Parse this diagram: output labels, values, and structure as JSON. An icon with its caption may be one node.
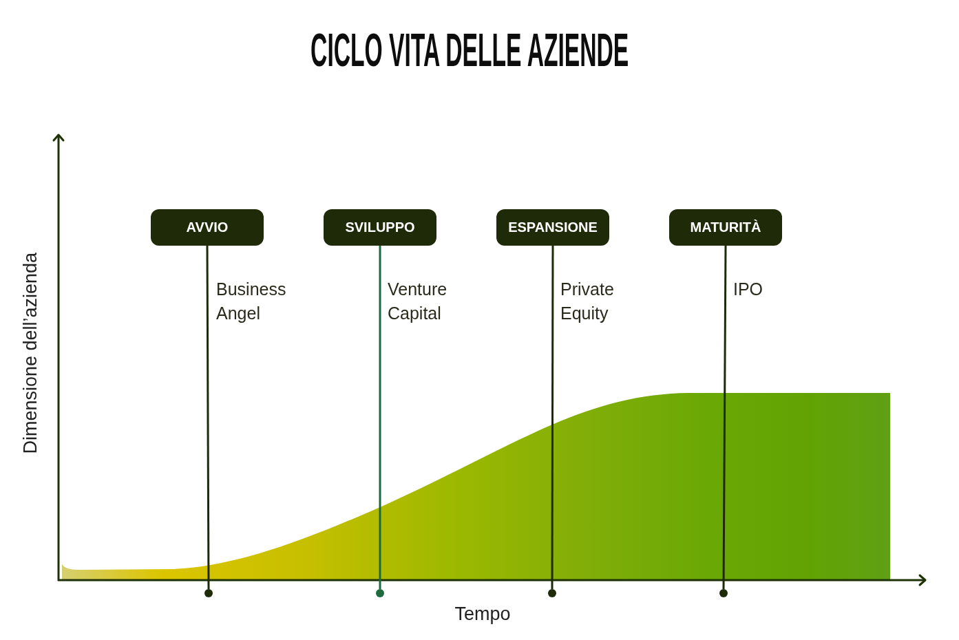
{
  "diagram": {
    "title": "CICLO VITA DELLE AZIENDE",
    "nodes": [
      {
        "text": [
          "AVVIO"
        ]
      },
      {
        "text": [
          "SVILUPPO"
        ]
      },
      {
        "text": [
          "ESPANSIONE"
        ]
      },
      {
        "text": [
          "MATURITÀ"
        ]
      },
      {
        "text": [],
        "shape": "circle"
      },
      {
        "text": [],
        "shape": "circle"
      },
      {
        "text": [],
        "shape": "circle"
      },
      {
        "text": [],
        "shape": "circle"
      }
    ],
    "edges": [
      {
        "from": 0,
        "to": 4,
        "arrow": "none",
        "label": "Business Angel"
      },
      {
        "from": 1,
        "to": 5,
        "arrow": "none",
        "label": "Venture Capital",
        "color": "#1d6b3c"
      },
      {
        "from": 2,
        "to": 6,
        "arrow": "none",
        "label": "Private Equity"
      },
      {
        "from": 3,
        "to": 7,
        "arrow": "none",
        "label": "IPO"
      }
    ],
    "labels": [
      "Dimensione dell’azienda",
      "Tempo"
    ]
  }
}
